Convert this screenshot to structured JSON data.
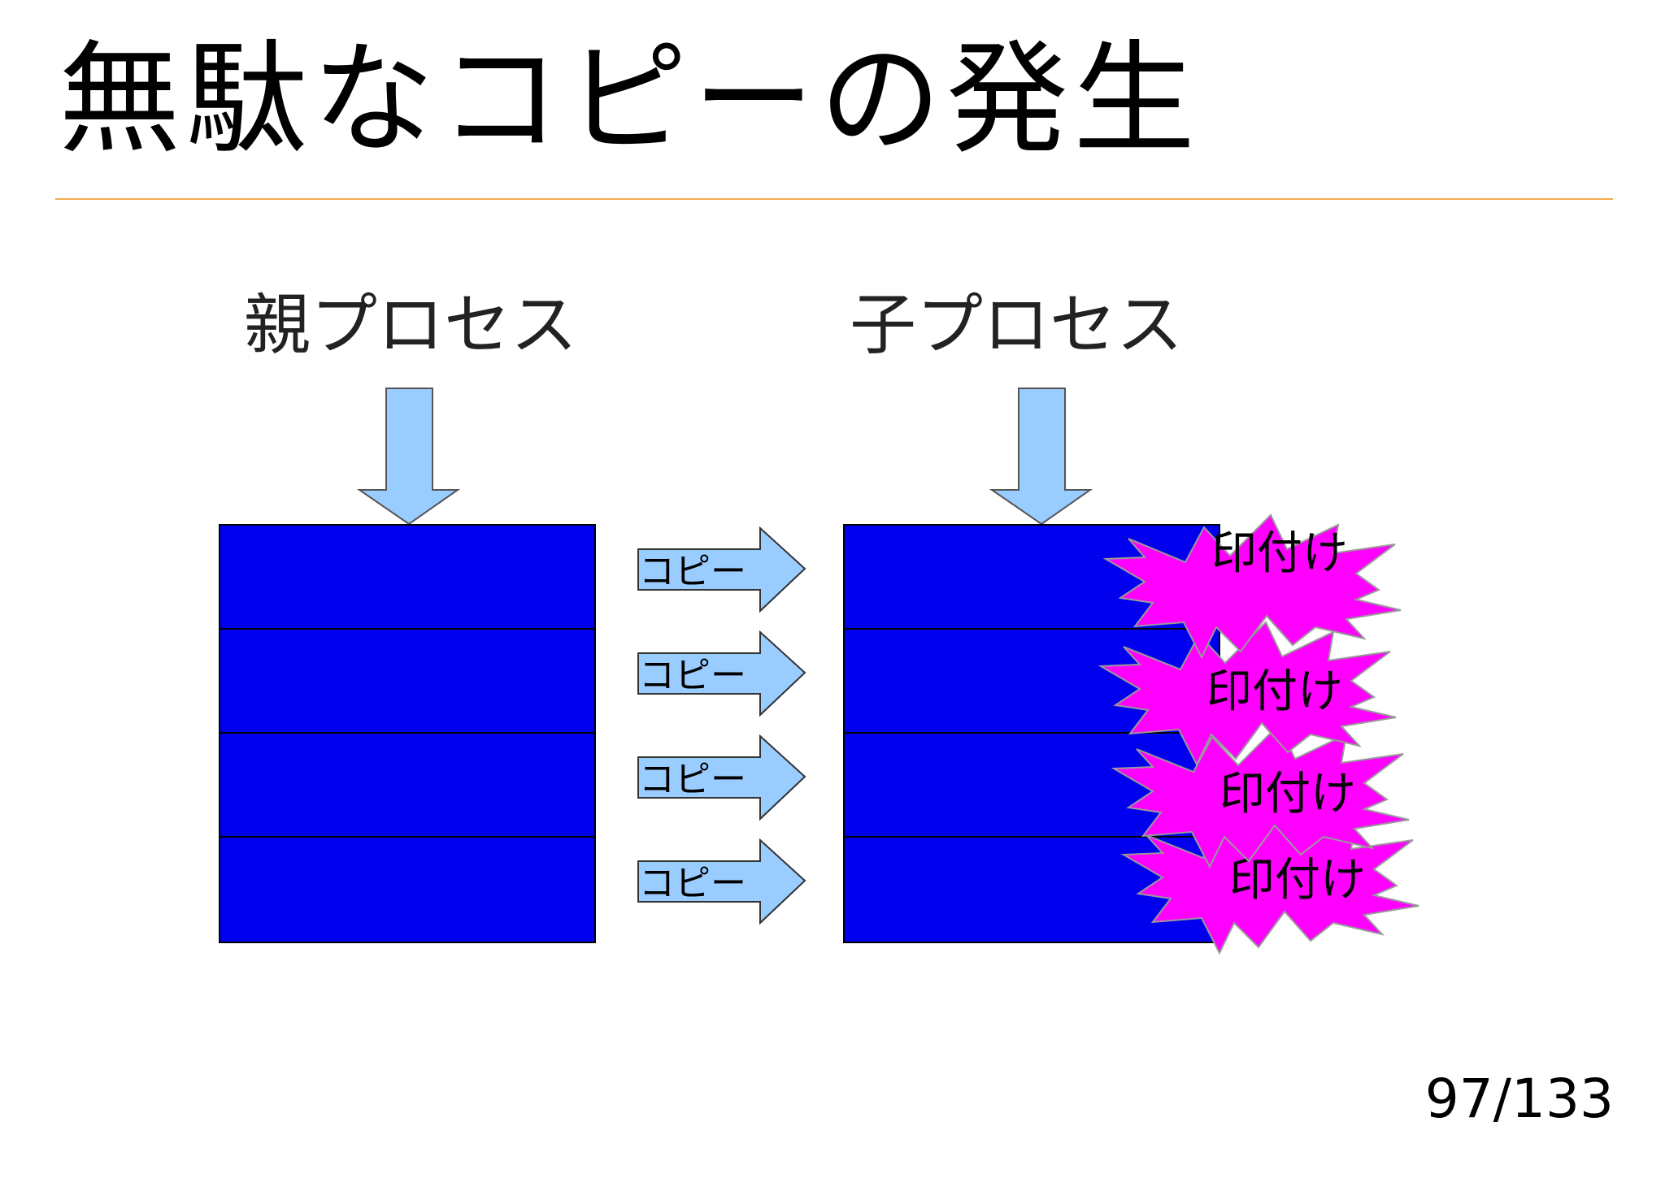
{
  "slide": {
    "title": "無駄なコピーの発生",
    "page_number": "97/133"
  },
  "diagram": {
    "parent_label": "親プロセス",
    "child_label": "子プロセス",
    "copy_labels": [
      "コピー",
      "コピー",
      "コピー",
      "コピー"
    ],
    "mark_labels": [
      "印付け",
      "印付け",
      "印付け",
      "印付け"
    ],
    "colors": {
      "page_block": "#0000ee",
      "arrow_fill": "#99ccff",
      "burst_fill": "#ff00ff",
      "title_rule": "#f0ac50"
    }
  }
}
